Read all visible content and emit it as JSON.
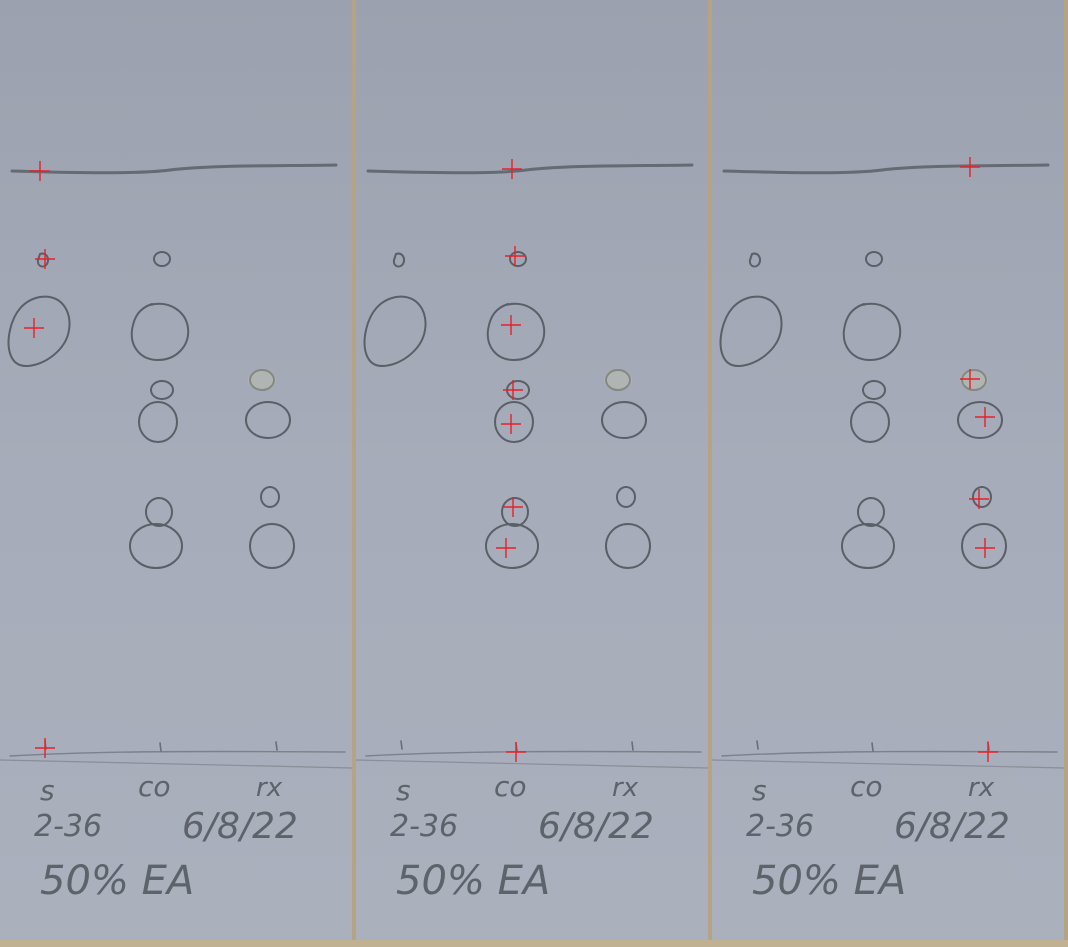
{
  "image": {
    "description": "TLC plate photographed three times side by side with red crosshair markers",
    "plate_count": 3,
    "marker_color": "#e8202a",
    "plate_color": "#a3a9b6"
  },
  "labels": {
    "lane_s": "s",
    "lane_co": "co",
    "lane_rx": "rx",
    "sample_id": "2-36",
    "date": "6/8/22",
    "solvent": "50% EA"
  }
}
